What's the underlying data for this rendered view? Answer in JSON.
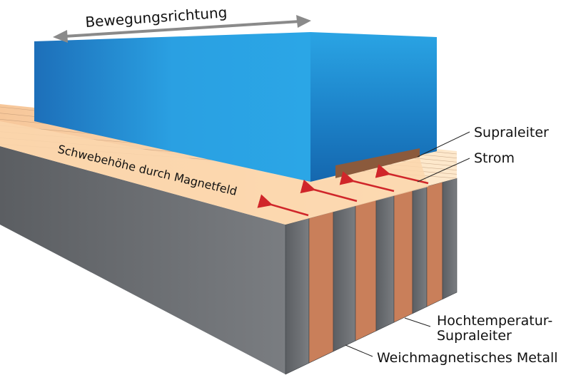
{
  "title": "Bewegungsrichtung",
  "slab_label": "Schwebehöhe durch Magnetfeld",
  "labels": {
    "supraleiter": "Supraleiter",
    "strom": "Strom",
    "htsl_line1": "Hochtemperatur-",
    "htsl_line2": "Supraleiter",
    "metal": "Weichmagnetisches Metall"
  },
  "colors": {
    "block_front": "#2a9fe0",
    "block_side": "#1a72b8",
    "slab_top": "#fcd9b0",
    "copper": "#c97f5a",
    "gray": "#6e7175",
    "current": "#d0262a",
    "arrow": "#8a8a8a"
  }
}
